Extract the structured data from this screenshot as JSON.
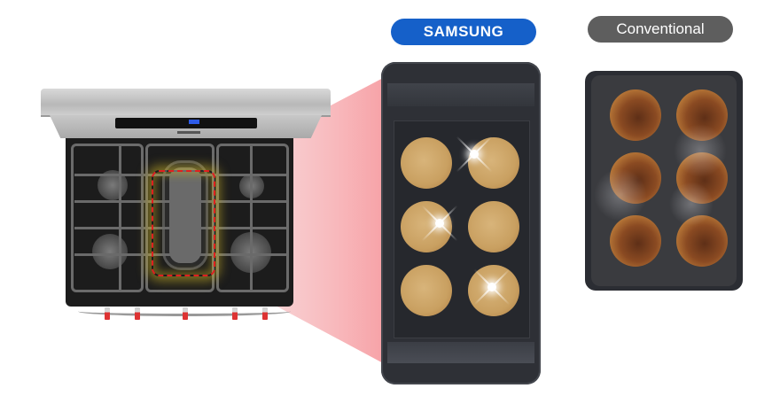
{
  "labels": {
    "samsung": "SAMSUNG",
    "conventional": "Conventional"
  },
  "colors": {
    "samsung_pill": "#1560c9",
    "conventional_pill": "#5e5e5e",
    "highlight_dash": "#e02020",
    "funnel": "#f7a7ab"
  },
  "range": {
    "burners": 5,
    "knobs": 5,
    "highlighted_zone": "center oval griddle burner"
  },
  "griddles": {
    "samsung": {
      "muffins": 6,
      "result": "evenly-toasted",
      "sparkles": 3
    },
    "conventional": {
      "muffins": 6,
      "result": "unevenly-burnt"
    }
  }
}
